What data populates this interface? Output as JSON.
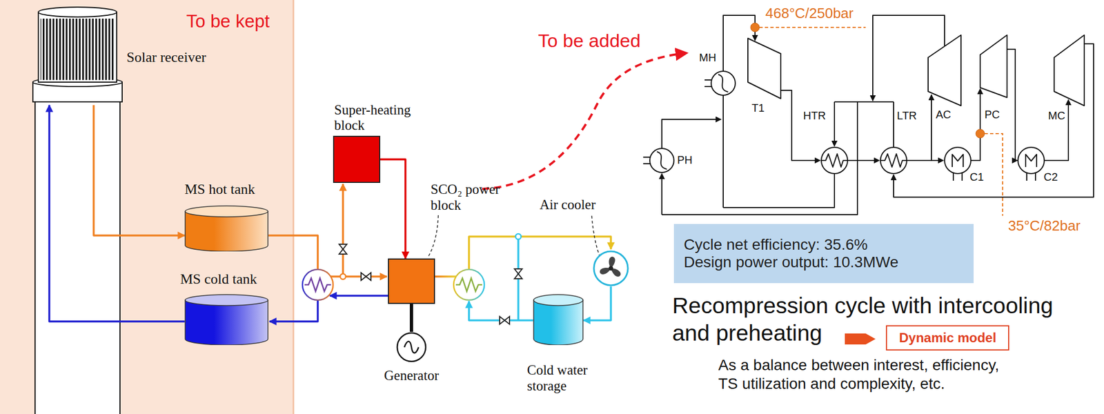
{
  "diagram": {
    "nodes": [
      {
        "text": [
          "To be kept"
        ]
      },
      {
        "text": [
          "Solar receiver"
        ],
        "in": 0
      },
      {
        "text": [
          "MS hot tank"
        ],
        "in": 0
      },
      {
        "text": [
          "MS cold tank"
        ],
        "in": 0
      },
      {
        "text": [
          "Super-heating block"
        ]
      },
      {
        "text": [
          "SCO₂ power block"
        ]
      },
      {
        "text": [
          "Generator"
        ]
      },
      {
        "text": [
          "Air cooler"
        ]
      },
      {
        "text": [
          "Cold water storage"
        ]
      },
      {
        "text": [
          "Cycle net efficiency: 35.6%",
          "Design power output: 10.3MWe"
        ]
      },
      {
        "text": [
          "Dynamic model"
        ]
      }
    ],
    "edges": [
      {
        "from": 1,
        "to": 2,
        "arrow": "to"
      },
      {
        "from": 3,
        "to": 1,
        "arrow": "to"
      },
      {
        "from": 4,
        "to": 5,
        "arrow": "to"
      },
      {
        "from": 5,
        "to": 6,
        "arrow": "none"
      },
      {
        "from": 7,
        "to": 8,
        "arrow": "to"
      }
    ],
    "labels": [
      "To be added",
      "468°C/250bar",
      "MH",
      "T1",
      "HTR",
      "LTR",
      "AC",
      "PC",
      "MC",
      "PH",
      "C1",
      "C2",
      "35°C/82bar",
      "Recompression cycle with intercooling and preheating",
      "As a balance between interest, efficiency, TS utilization and complexity, etc."
    ]
  }
}
